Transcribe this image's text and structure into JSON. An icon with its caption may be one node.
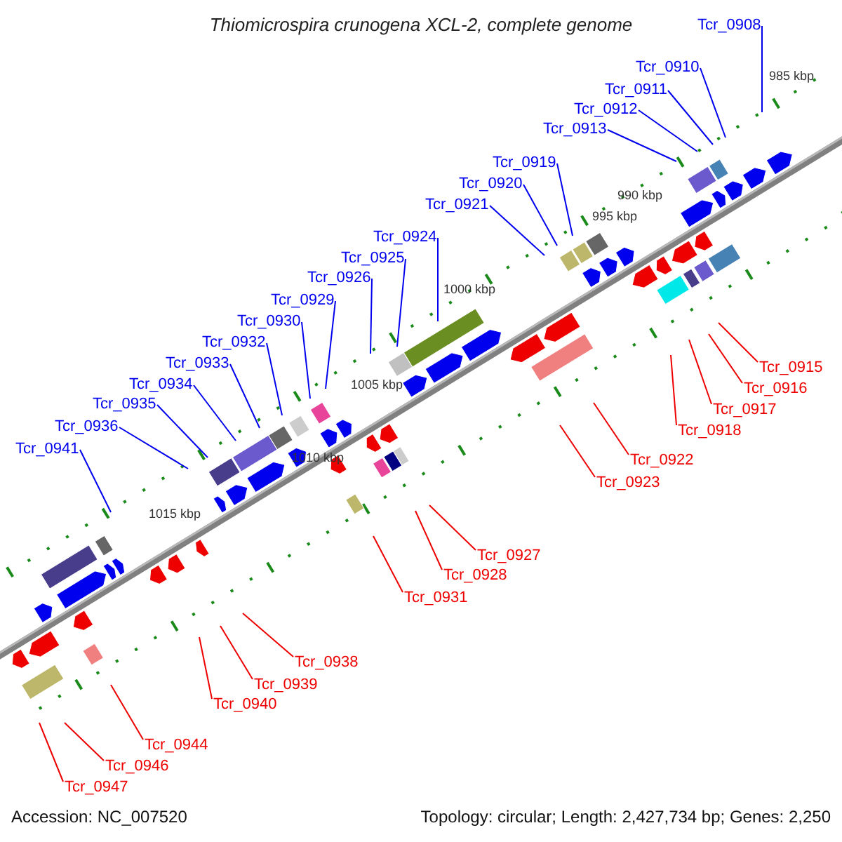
{
  "diagram": {
    "title": "Thiomicrospira crunogena XCL-2, complete genome",
    "nodes": [
      {
        "text": [
          "Tcr_0908"
        ]
      },
      {
        "text": [
          "Tcr_0910"
        ]
      },
      {
        "text": [
          "Tcr_0911"
        ]
      },
      {
        "text": [
          "Tcr_0912"
        ]
      },
      {
        "text": [
          "Tcr_0913"
        ]
      },
      {
        "text": [
          "Tcr_0919"
        ]
      },
      {
        "text": [
          "Tcr_0920"
        ]
      },
      {
        "text": [
          "Tcr_0921"
        ]
      },
      {
        "text": [
          "Tcr_0924"
        ]
      },
      {
        "text": [
          "Tcr_0925"
        ]
      },
      {
        "text": [
          "Tcr_0926"
        ]
      },
      {
        "text": [
          "Tcr_0929"
        ]
      },
      {
        "text": [
          "Tcr_0930"
        ]
      },
      {
        "text": [
          "Tcr_0932"
        ]
      },
      {
        "text": [
          "Tcr_0933"
        ]
      },
      {
        "text": [
          "Tcr_0934"
        ]
      },
      {
        "text": [
          "Tcr_0935"
        ]
      },
      {
        "text": [
          "Tcr_0936"
        ]
      },
      {
        "text": [
          "Tcr_0941"
        ]
      },
      {
        "text": [
          "Tcr_0915"
        ]
      },
      {
        "text": [
          "Tcr_0916"
        ]
      },
      {
        "text": [
          "Tcr_0917"
        ]
      },
      {
        "text": [
          "Tcr_0918"
        ]
      },
      {
        "text": [
          "Tcr_0922"
        ]
      },
      {
        "text": [
          "Tcr_0923"
        ]
      },
      {
        "text": [
          "Tcr_0927"
        ]
      },
      {
        "text": [
          "Tcr_0928"
        ]
      },
      {
        "text": [
          "Tcr_0931"
        ]
      },
      {
        "text": [
          "Tcr_0938"
        ]
      },
      {
        "text": [
          "Tcr_0939"
        ]
      },
      {
        "text": [
          "Tcr_0940"
        ]
      },
      {
        "text": [
          "Tcr_0944"
        ]
      },
      {
        "text": [
          "Tcr_0946"
        ]
      },
      {
        "text": [
          "Tcr_0947"
        ]
      }
    ],
    "edges": [
      {
        "from": 0,
        "to": null,
        "arrow": "none"
      },
      {
        "from": 1,
        "to": null,
        "arrow": "none"
      },
      {
        "from": 2,
        "to": null,
        "arrow": "none"
      },
      {
        "from": 3,
        "to": null,
        "arrow": "none"
      },
      {
        "from": 4,
        "to": null,
        "arrow": "none"
      },
      {
        "from": 5,
        "to": null,
        "arrow": "none"
      },
      {
        "from": 6,
        "to": null,
        "arrow": "none"
      },
      {
        "from": 7,
        "to": null,
        "arrow": "none"
      },
      {
        "from": 8,
        "to": null,
        "arrow": "none"
      },
      {
        "from": 9,
        "to": null,
        "arrow": "none"
      },
      {
        "from": 10,
        "to": null,
        "arrow": "none"
      },
      {
        "from": 11,
        "to": null,
        "arrow": "none"
      },
      {
        "from": 12,
        "to": null,
        "arrow": "none"
      },
      {
        "from": 13,
        "to": null,
        "arrow": "none"
      },
      {
        "from": 14,
        "to": null,
        "arrow": "none"
      },
      {
        "from": 15,
        "to": null,
        "arrow": "none"
      },
      {
        "from": 16,
        "to": null,
        "arrow": "none"
      },
      {
        "from": 17,
        "to": null,
        "arrow": "none"
      },
      {
        "from": 18,
        "to": null,
        "arrow": "none"
      },
      {
        "from": 19,
        "to": null,
        "arrow": "none",
        "color": "#ee0000"
      },
      {
        "from": 20,
        "to": null,
        "arrow": "none",
        "color": "#ee0000"
      },
      {
        "from": 21,
        "to": null,
        "arrow": "none",
        "color": "#ee0000"
      },
      {
        "from": 22,
        "to": null,
        "arrow": "none",
        "color": "#ee0000"
      },
      {
        "from": 23,
        "to": null,
        "arrow": "none",
        "color": "#ee0000"
      },
      {
        "from": 24,
        "to": null,
        "arrow": "none",
        "color": "#ee0000"
      },
      {
        "from": 25,
        "to": null,
        "arrow": "none",
        "color": "#ee0000"
      },
      {
        "from": 26,
        "to": null,
        "arrow": "none",
        "color": "#ee0000"
      },
      {
        "from": 27,
        "to": null,
        "arrow": "none",
        "color": "#ee0000"
      },
      {
        "from": 28,
        "to": null,
        "arrow": "none",
        "color": "#ee0000"
      },
      {
        "from": 29,
        "to": null,
        "arrow": "none",
        "color": "#ee0000"
      },
      {
        "from": 30,
        "to": null,
        "arrow": "none",
        "color": "#ee0000"
      },
      {
        "from": 31,
        "to": null,
        "arrow": "none",
        "color": "#ee0000"
      },
      {
        "from": 32,
        "to": null,
        "arrow": "none",
        "color": "#ee0000"
      },
      {
        "from": 33,
        "to": null,
        "arrow": "none",
        "color": "#ee0000"
      }
    ],
    "labels": [
      "985 kbp",
      "990 kbp",
      "995 kbp",
      "1000 kbp",
      "1005 kbp",
      "1010 kbp",
      "1015 kbp",
      "Accession: NC_007520",
      "Topology: circular; Length: 2,427,734 bp; Genes: 2,250"
    ]
  }
}
